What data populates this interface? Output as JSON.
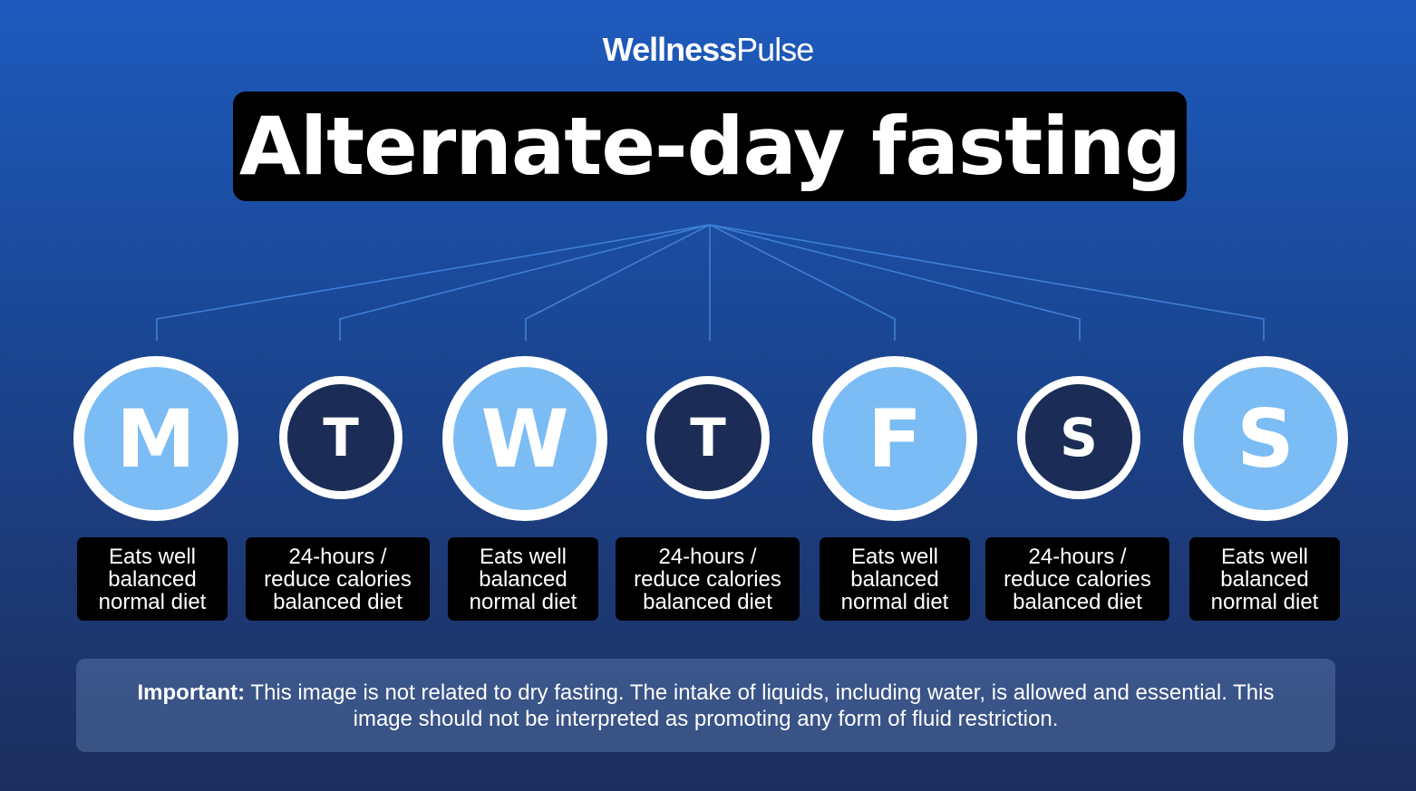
{
  "brand": {
    "name_bold": "Wellness",
    "name_light": "Pulse"
  },
  "title": "Alternate-day fasting",
  "days": [
    {
      "letter": "M",
      "type": "eat",
      "label": [
        "Eats well",
        "balanced",
        "normal diet"
      ]
    },
    {
      "letter": "T",
      "type": "fast",
      "label": [
        "24-hours /",
        "reduce calories",
        "balanced diet"
      ]
    },
    {
      "letter": "W",
      "type": "eat",
      "label": [
        "Eats well",
        "balanced",
        "normal diet"
      ]
    },
    {
      "letter": "T",
      "type": "fast",
      "label": [
        "24-hours /",
        "reduce calories",
        "balanced diet"
      ]
    },
    {
      "letter": "F",
      "type": "eat",
      "label": [
        "Eats well",
        "balanced",
        "normal diet"
      ]
    },
    {
      "letter": "S",
      "type": "fast",
      "label": [
        "24-hours /",
        "reduce calories",
        "balanced diet"
      ]
    },
    {
      "letter": "S",
      "type": "eat",
      "label": [
        "Eats well",
        "balanced",
        "normal diet"
      ]
    }
  ],
  "notice": {
    "strong": "Important:",
    "text": " This image is not related to dry fasting. The intake of liquids, including water, is allowed and essential. This image should not be interpreted as promoting any form of fluid restriction."
  },
  "colors": {
    "eat_circle": "#7bbcf4",
    "fast_circle": "#1b2d57",
    "connector": "#3f7fd6",
    "label_bg": "#000000"
  }
}
